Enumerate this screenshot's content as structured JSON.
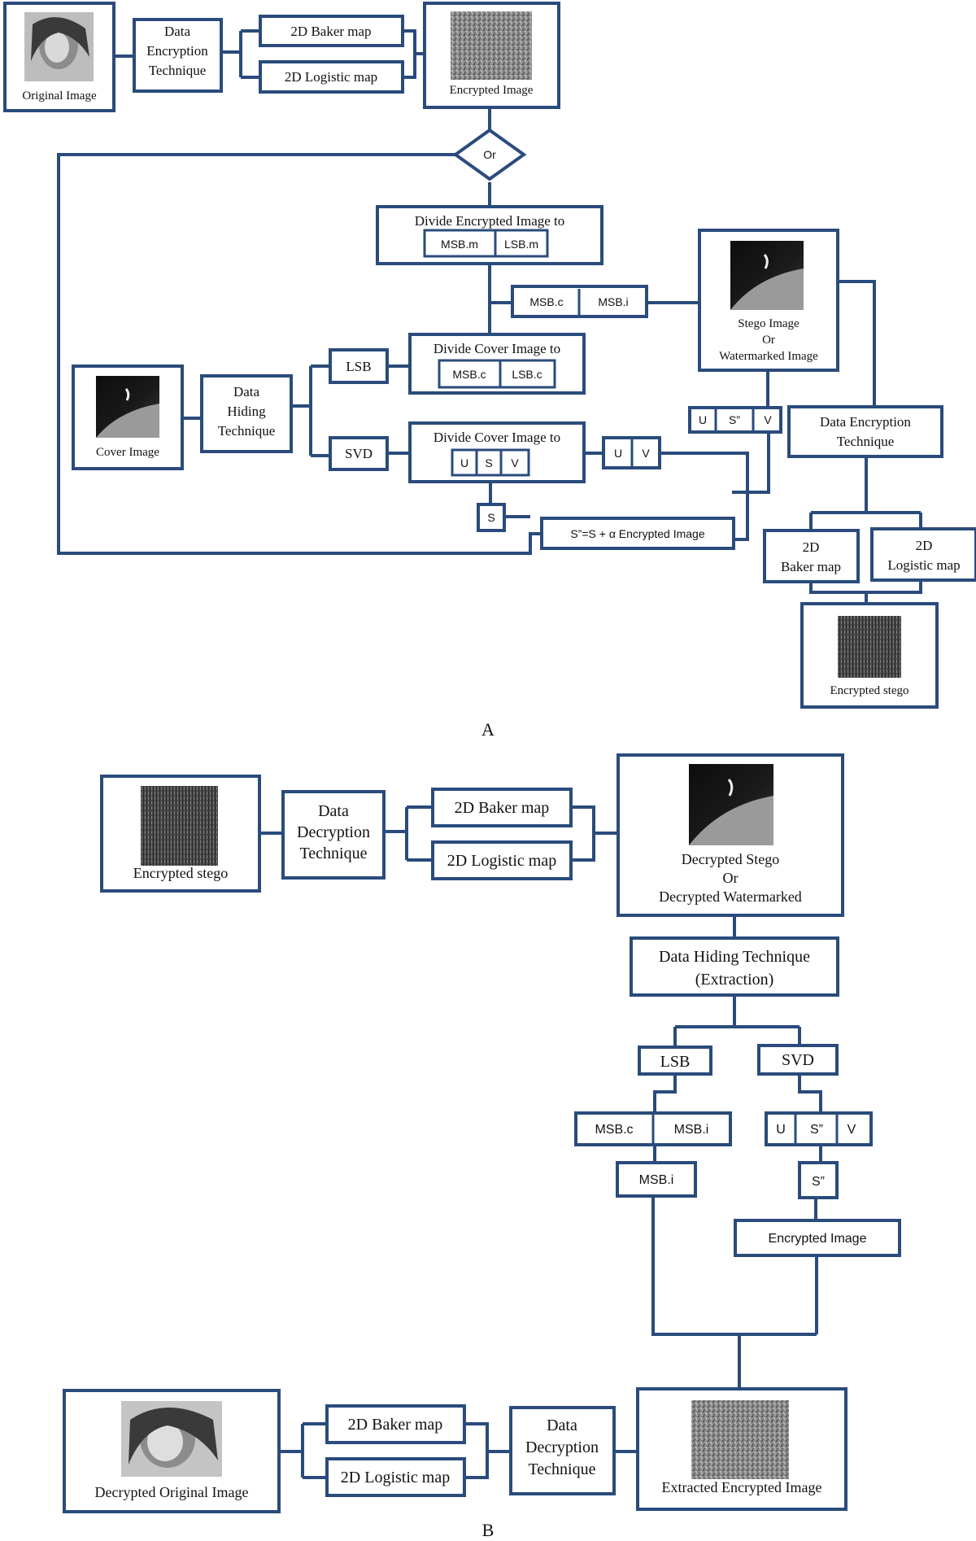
{
  "colors": {
    "line": "#2a4b7c",
    "box_fill": "#ffffff",
    "text": "#111111",
    "label": "#000000"
  },
  "part_a": {
    "label": "A",
    "original_image_caption": "Original Image",
    "encryption_technique": [
      "Data",
      "Encryption",
      "Technique"
    ],
    "baker_map": "2D Baker map",
    "logistic_map": "2D Logistic map",
    "encrypted_image_caption": "Encrypted Image",
    "or_label": "Or",
    "divide_encrypted": "Divide Encrypted Image to",
    "msb_m": "MSB.m",
    "lsb_m": "LSB.m",
    "msb_c": "MSB.c",
    "msb_i": "MSB.i",
    "stego_caption": [
      "Stego Image",
      "Or",
      "Watermarked Image"
    ],
    "lsb": "LSB",
    "svd": "SVD",
    "divide_cover_lsb": "Divide Cover Image to",
    "lsb_c": "LSB.c",
    "cover_image_caption": "Cover Image",
    "hiding_technique": [
      "Data",
      "Hiding",
      "Technique"
    ],
    "divide_cover_svd": "Divide Cover Image to",
    "u": "U",
    "s": "S",
    "v": "V",
    "s_double": "S”",
    "formula": "S”=S + α Encrypted Image",
    "data_encryption_technique": [
      "Data Encryption",
      "Technique"
    ],
    "baker_2d": [
      "2D",
      "Baker map"
    ],
    "logistic_2d": [
      "2D",
      "Logistic map"
    ],
    "encrypted_stego_caption": "Encrypted stego"
  },
  "part_b": {
    "label": "B",
    "encrypted_stego_caption": "Encrypted stego",
    "decryption_technique": [
      "Data",
      "Decryption",
      "Technique"
    ],
    "baker_map": "2D Baker map",
    "logistic_map": "2D Logistic map",
    "decrypted_stego_caption": [
      "Decrypted Stego",
      "Or",
      "Decrypted Watermarked"
    ],
    "hiding_extraction": [
      "Data Hiding Technique",
      "(Extraction)"
    ],
    "lsb": "LSB",
    "svd": "SVD",
    "msb_c": "MSB.c",
    "msb_i": "MSB.i",
    "u": "U",
    "s_double": "S”",
    "v": "V",
    "msb_i_extracted": "MSB.i",
    "s_double_extracted": "S”",
    "encrypted_image": "Encrypted Image",
    "decrypted_original_caption": "Decrypted Original Image",
    "baker_map_2": "2D Baker map",
    "logistic_map_2": "2D Logistic map",
    "decryption_technique_2": [
      "Data",
      "Decryption",
      "Technique"
    ],
    "extracted_caption": "Extracted Encrypted Image"
  }
}
